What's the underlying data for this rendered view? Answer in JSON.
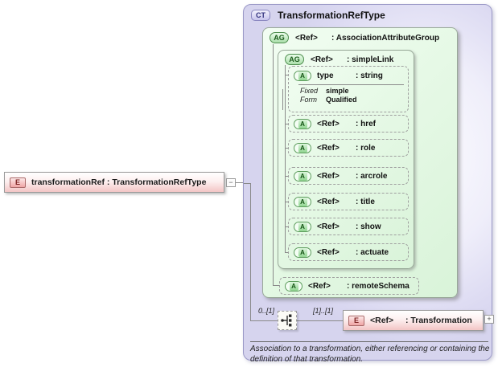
{
  "root_element": {
    "badge": "E",
    "label": "transformationRef : TransformationRefType",
    "collapse_glyph": "−"
  },
  "complex_type": {
    "badge": "CT",
    "title": "TransformationRefType",
    "attribute_group": {
      "badge": "AG",
      "name": "<Ref>",
      "type": ": AssociationAttributeGroup",
      "simple_link": {
        "badge": "AG",
        "name": "<Ref>",
        "type": ": simpleLink",
        "attributes": [
          {
            "badge": "A",
            "name": "type",
            "type": ": string",
            "facets": [
              {
                "label": "Fixed",
                "value": "simple"
              },
              {
                "label": "Form",
                "value": "Qualified"
              }
            ]
          },
          {
            "badge": "A",
            "name": "<Ref>",
            "type": ": href"
          },
          {
            "badge": "A",
            "name": "<Ref>",
            "type": ": role"
          },
          {
            "badge": "A",
            "name": "<Ref>",
            "type": ": arcrole"
          },
          {
            "badge": "A",
            "name": "<Ref>",
            "type": ": title"
          },
          {
            "badge": "A",
            "name": "<Ref>",
            "type": ": show"
          },
          {
            "badge": "A",
            "name": "<Ref>",
            "type": ": actuate"
          }
        ]
      },
      "remote_schema": {
        "badge": "A",
        "name": "<Ref>",
        "type": ": remoteSchema"
      }
    },
    "content_model": {
      "outer_occurrence": "0..[1]",
      "inner_occurrence": "[1]..[1]",
      "element": {
        "badge": "E",
        "name": "<Ref>",
        "type": ": Transformation",
        "expand_glyph": "+"
      }
    },
    "documentation": "Association to a transformation, either referencing or containing the definition of that transformation."
  },
  "colors": {
    "element_pink": "#f3c5c5",
    "type_lavender": "#dcdaf2",
    "group_green": "#e6f9e6",
    "connector_gray": "#8a8a8a"
  }
}
